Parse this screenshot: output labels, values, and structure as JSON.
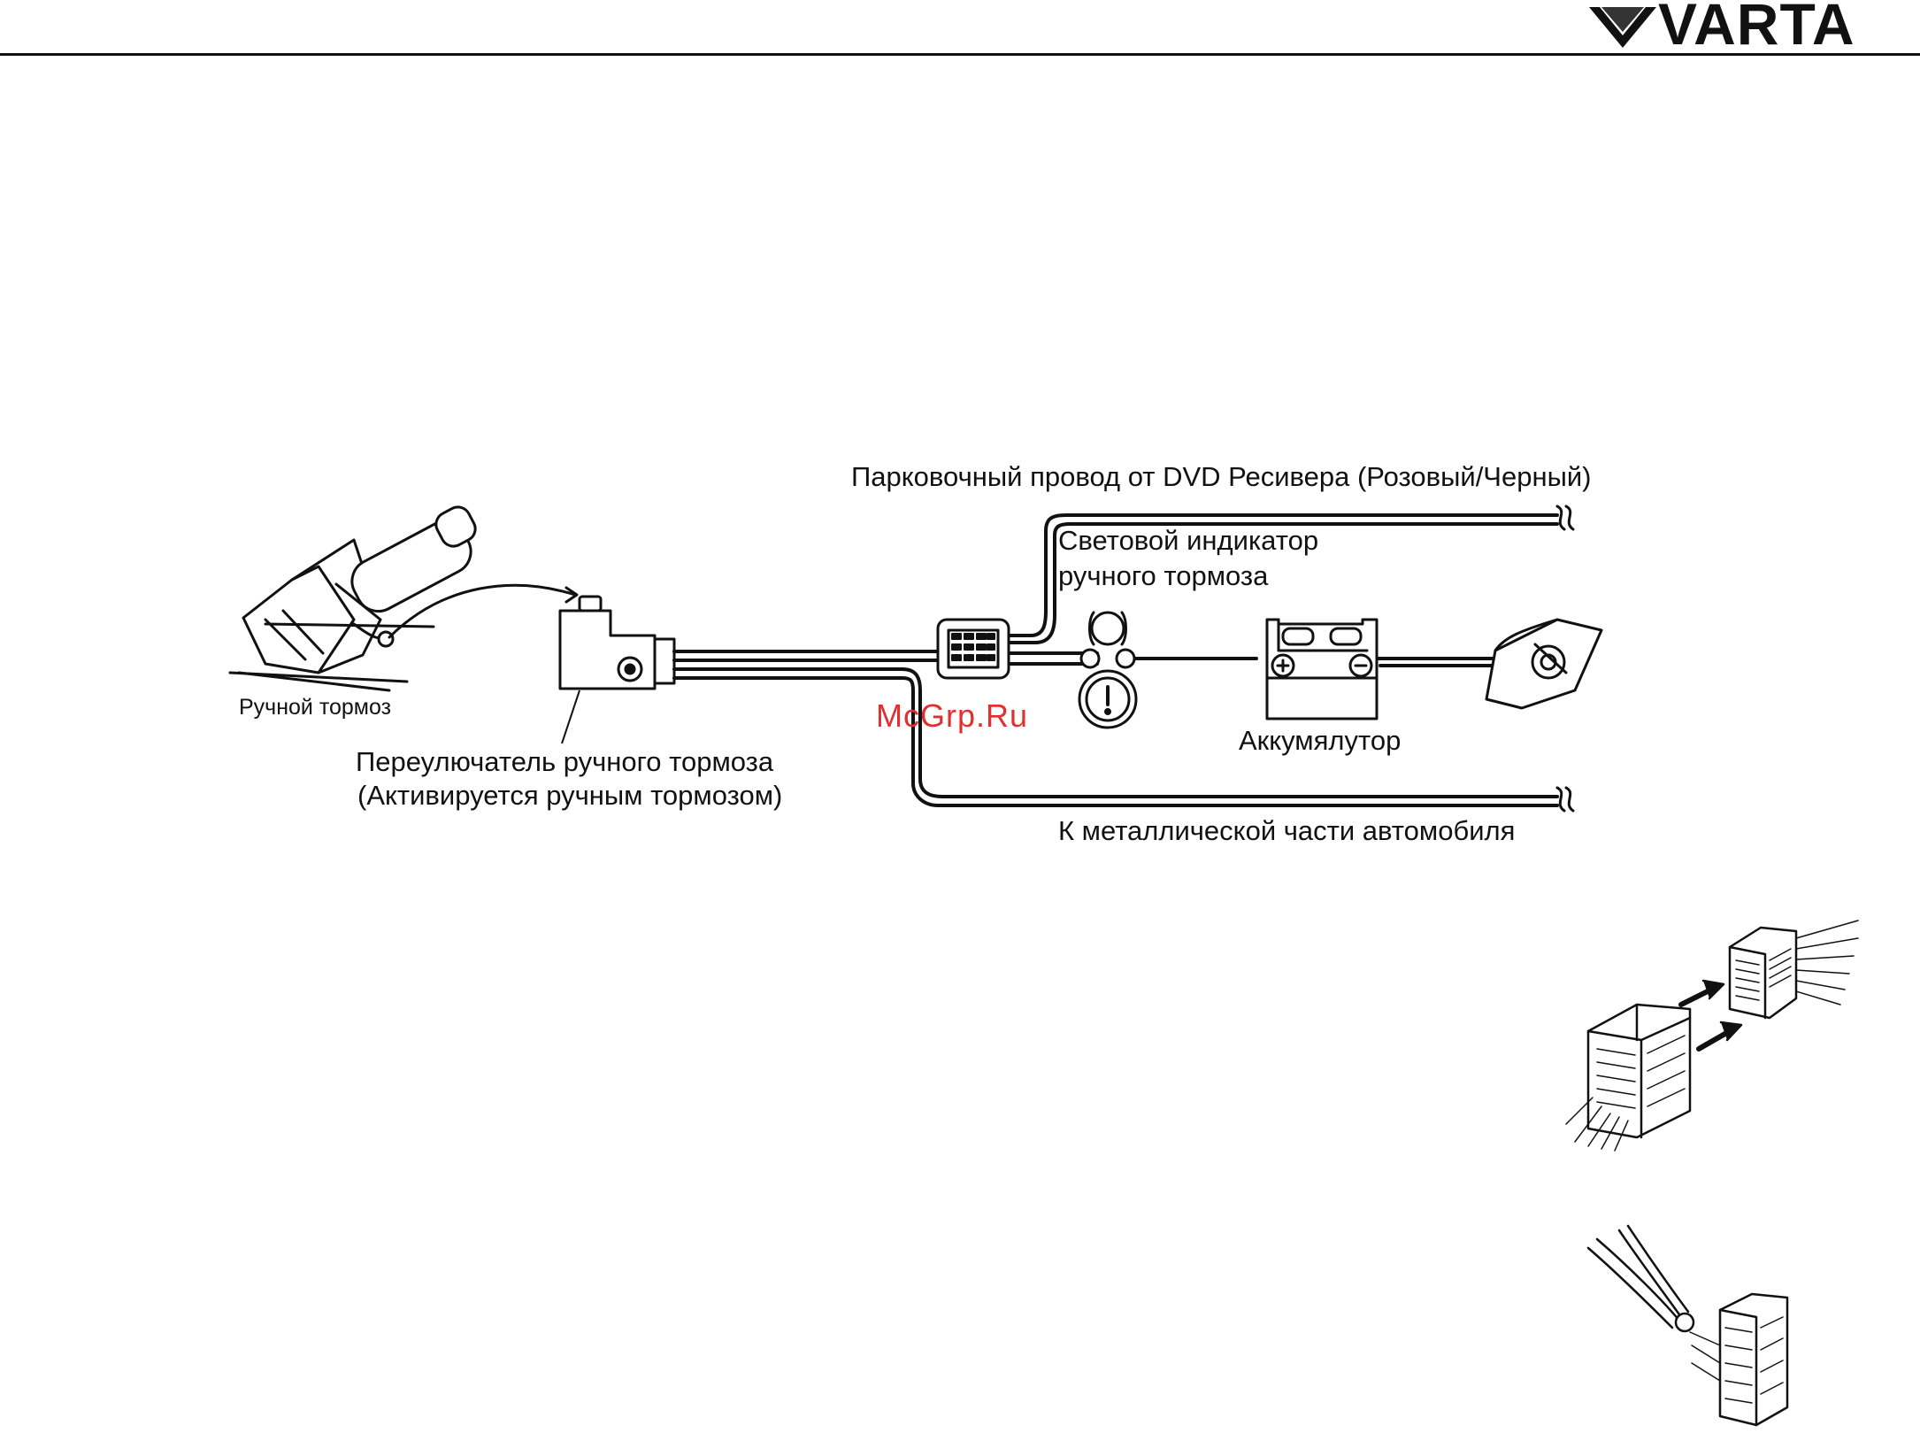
{
  "brand": {
    "name": "VARTA"
  },
  "labels": {
    "parking_wire": "Парковочный провод от DVD Ресивера (Розовый/Черный)",
    "indicator_line1": "Световой индикатор",
    "indicator_line2": "ручного тормоза",
    "hand_brake": "Ручной тормоз",
    "switch_line1": "Переулючатель ручного тормоза",
    "switch_line2": "(Активируется ручным тормозом)",
    "battery": "Аккумялутор",
    "ground": "К металлической части автомобиля"
  },
  "watermark": "McGrp.Ru",
  "icons": [
    "hand-brake-lever-icon",
    "brake-switch-icon",
    "connector-icon",
    "brake-indicator-lamp-icon",
    "battery-icon",
    "ground-terminal-icon",
    "iso-connector-icon",
    "pliers-icon"
  ]
}
